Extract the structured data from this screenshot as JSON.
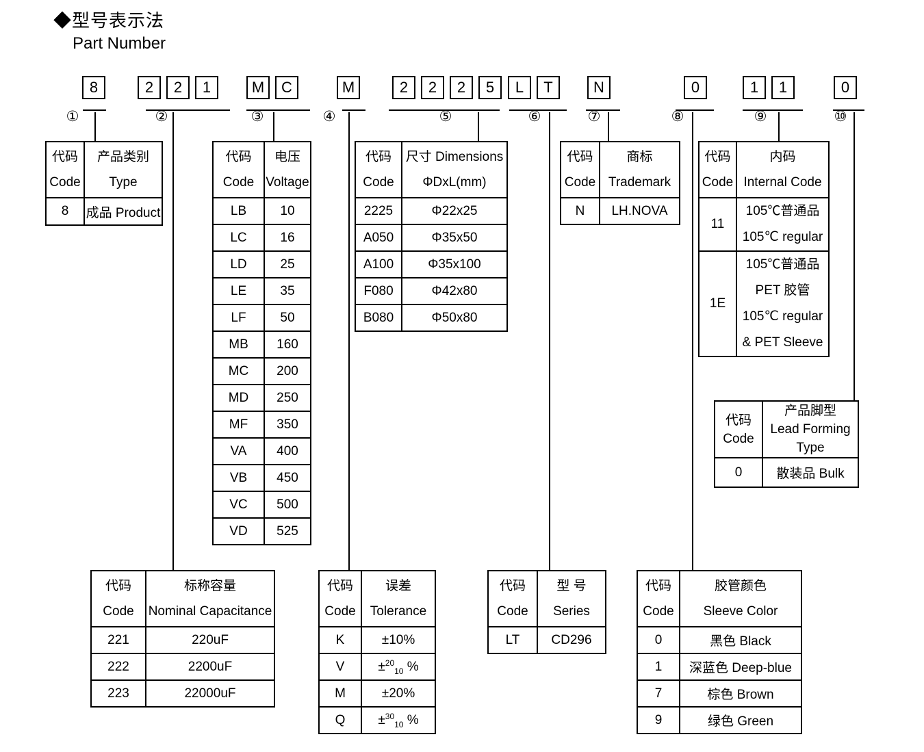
{
  "colors": {
    "ink": "#000000",
    "paper": "#ffffff"
  },
  "page": {
    "title_zh": "◆型号表示法",
    "title_en": "Part Number"
  },
  "part_number": {
    "segments": [
      {
        "label": "①",
        "boxes": [
          "8"
        ]
      },
      {
        "label": "②",
        "boxes": [
          "2",
          "2",
          "1"
        ]
      },
      {
        "label": "③",
        "boxes": [
          "M",
          "C"
        ]
      },
      {
        "label": "④",
        "boxes": [
          "M"
        ]
      },
      {
        "label": "⑤",
        "boxes": [
          "2",
          "2",
          "2",
          "5"
        ]
      },
      {
        "label": "⑥",
        "boxes": [
          "L",
          "T"
        ]
      },
      {
        "label": "⑦",
        "boxes": [
          "N"
        ]
      },
      {
        "label": "⑧",
        "boxes": [
          "0"
        ]
      },
      {
        "label": "⑨",
        "boxes": [
          "1",
          "1"
        ]
      },
      {
        "label": "⑩",
        "boxes": [
          "0"
        ]
      }
    ]
  },
  "tables": {
    "product_type": {
      "header": {
        "col1_zh": "代码",
        "col1_en": "Code",
        "col2_zh": "产品类别",
        "col2_en": "Type"
      },
      "rows": [
        {
          "code": "8",
          "value": "成品 Product"
        }
      ]
    },
    "voltage": {
      "header": {
        "col1_zh": "代码",
        "col1_en": "Code",
        "col2_zh": "电压",
        "col2_en": "Voltage"
      },
      "rows": [
        {
          "code": "LB",
          "value": "10"
        },
        {
          "code": "LC",
          "value": "16"
        },
        {
          "code": "LD",
          "value": "25"
        },
        {
          "code": "LE",
          "value": "35"
        },
        {
          "code": "LF",
          "value": "50"
        },
        {
          "code": "MB",
          "value": "160"
        },
        {
          "code": "MC",
          "value": "200"
        },
        {
          "code": "MD",
          "value": "250"
        },
        {
          "code": "MF",
          "value": "350"
        },
        {
          "code": "VA",
          "value": "400"
        },
        {
          "code": "VB",
          "value": "450"
        },
        {
          "code": "VC",
          "value": "500"
        },
        {
          "code": "VD",
          "value": "525"
        }
      ]
    },
    "dimensions": {
      "header": {
        "col1_zh": "代码",
        "col1_en": "Code",
        "col2_zh": "尺寸 Dimensions",
        "col2_en": "ΦDxL(mm)"
      },
      "rows": [
        {
          "code": "2225",
          "value": "Φ22x25"
        },
        {
          "code": "A050",
          "value": "Φ35x50"
        },
        {
          "code": "A100",
          "value": "Φ35x100"
        },
        {
          "code": "F080",
          "value": "Φ42x80"
        },
        {
          "code": "B080",
          "value": "Φ50x80"
        }
      ]
    },
    "trademark": {
      "header": {
        "col1_zh": "代码",
        "col1_en": "Code",
        "col2_zh": "商标",
        "col2_en": "Trademark"
      },
      "rows": [
        {
          "code": "N",
          "value": "LH.NOVA"
        }
      ]
    },
    "internal_code": {
      "header": {
        "col1_zh": "代码",
        "col1_en": "Code",
        "col2_zh": "内码",
        "col2_en": "Internal Code"
      },
      "rows": [
        {
          "code": "11",
          "lines": [
            "105℃普通品",
            "105℃  regular"
          ]
        },
        {
          "code": "1E",
          "lines": [
            "105℃普通品",
            "PET 胶管",
            "105℃  regular",
            "& PET Sleeve"
          ]
        }
      ]
    },
    "lead_forming": {
      "header": {
        "col1_zh": "代码",
        "col1_en": "Code",
        "col2_lines": [
          "产品脚型",
          "Lead Forming",
          "Type"
        ]
      },
      "rows": [
        {
          "code": "0",
          "value": "散装品 Bulk"
        }
      ]
    },
    "capacitance": {
      "header": {
        "col1_zh": "代码",
        "col1_en": "Code",
        "col2_zh": "标称容量",
        "col2_en": "Nominal Capacitance"
      },
      "rows": [
        {
          "code": "221",
          "value": "220uF"
        },
        {
          "code": "222",
          "value": "2200uF"
        },
        {
          "code": "223",
          "value": "22000uF"
        }
      ]
    },
    "tolerance": {
      "header": {
        "col1_zh": "代码",
        "col1_en": "Code",
        "col2_zh": "误差",
        "col2_en": "Tolerance"
      },
      "rows": [
        {
          "code": "K",
          "simple": "±10%"
        },
        {
          "code": "V",
          "pm": "±",
          "sup": "20",
          "sub": "10",
          "pct": "%"
        },
        {
          "code": "M",
          "simple": "±20%"
        },
        {
          "code": "Q",
          "pm": "±",
          "sup": "30",
          "sub": "10",
          "pct": "%"
        }
      ]
    },
    "series": {
      "header": {
        "col1_zh": "代码",
        "col1_en": "Code",
        "col2_zh": "型 号",
        "col2_en": "Series"
      },
      "rows": [
        {
          "code": "LT",
          "value": "CD296"
        }
      ]
    },
    "sleeve_color": {
      "header": {
        "col1_zh": "代码",
        "col1_en": "Code",
        "col2_zh": "胶管颜色",
        "col2_en": "Sleeve Color"
      },
      "rows": [
        {
          "code": "0",
          "value": "黑色 Black"
        },
        {
          "code": "1",
          "value": "深蓝色 Deep-blue"
        },
        {
          "code": "7",
          "value": "棕色 Brown"
        },
        {
          "code": "9",
          "value": "绿色 Green"
        }
      ]
    }
  }
}
